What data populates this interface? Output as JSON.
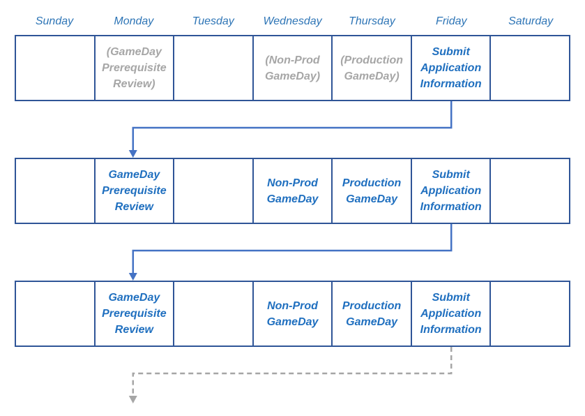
{
  "days": [
    "Sunday",
    "Monday",
    "Tuesday",
    "Wednesday",
    "Thursday",
    "Friday",
    "Saturday"
  ],
  "weeks": [
    {
      "cells": [
        {
          "text": "",
          "style": "normal"
        },
        {
          "text": "(GameDay\nPrerequisite\nReview)",
          "style": "muted"
        },
        {
          "text": "",
          "style": "normal"
        },
        {
          "text": "(Non-Prod\nGameDay)",
          "style": "muted"
        },
        {
          "text": "(Production\nGameDay)",
          "style": "muted"
        },
        {
          "text": "Submit\nApplication\nInformation",
          "style": "normal"
        },
        {
          "text": "",
          "style": "normal"
        }
      ]
    },
    {
      "cells": [
        {
          "text": "",
          "style": "normal"
        },
        {
          "text": "GameDay\nPrerequisite\nReview",
          "style": "normal"
        },
        {
          "text": "",
          "style": "normal"
        },
        {
          "text": "Non-Prod\nGameDay",
          "style": "normal"
        },
        {
          "text": "Production\nGameDay",
          "style": "normal"
        },
        {
          "text": "Submit\nApplication\nInformation",
          "style": "normal"
        },
        {
          "text": "",
          "style": "normal"
        }
      ]
    },
    {
      "cells": [
        {
          "text": "",
          "style": "normal"
        },
        {
          "text": "GameDay\nPrerequisite\nReview",
          "style": "normal"
        },
        {
          "text": "",
          "style": "normal"
        },
        {
          "text": "Non-Prod\nGameDay",
          "style": "normal"
        },
        {
          "text": "Production\nGameDay",
          "style": "normal"
        },
        {
          "text": "Submit\nApplication\nInformation",
          "style": "normal"
        },
        {
          "text": "",
          "style": "normal"
        }
      ]
    }
  ],
  "connectors": [
    {
      "from_week": 0,
      "to_week": 1,
      "style": "solid",
      "color": "#4472c4"
    },
    {
      "from_week": 1,
      "to_week": 2,
      "style": "solid",
      "color": "#4472c4"
    },
    {
      "from_week": 2,
      "to_week": null,
      "style": "dashed",
      "color": "#a6a6a6"
    }
  ],
  "colors": {
    "header_text": "#2e75b6",
    "active_text": "#1f6fbf",
    "muted_text": "#a6a6a6",
    "border": "#2f5597"
  }
}
